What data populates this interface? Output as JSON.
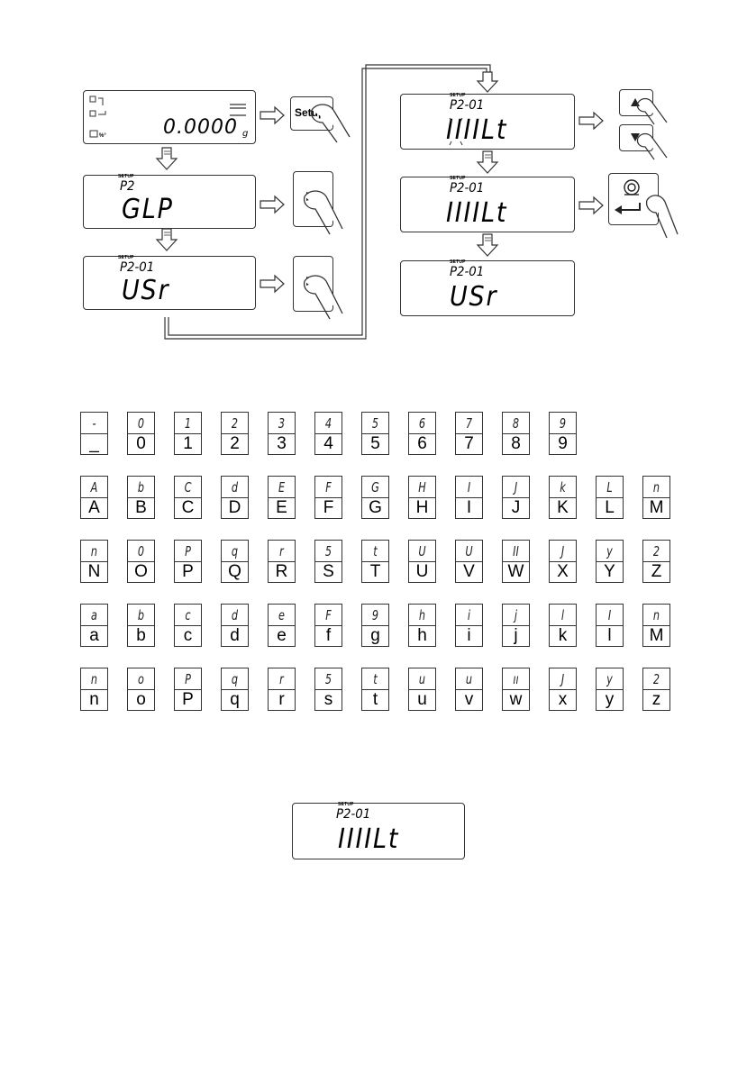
{
  "flow": {
    "start_display": {
      "value": "0.0000",
      "unit": "g"
    },
    "setup_key_label": "Setup",
    "setup_tag": "SETUP",
    "glp_display": {
      "code": "P2",
      "text": "GLP"
    },
    "usr_display": {
      "code": "P2-01",
      "text": "USr"
    },
    "edit_display": {
      "code": "P2-01",
      "text": "IIIILt"
    },
    "confirm_display": {
      "code": "P2-01",
      "text": "IIIILt"
    },
    "result_display": {
      "code": "P2-01",
      "text": "USr"
    }
  },
  "char_table": {
    "rows": [
      [
        {
          "seg": "-",
          "ch": "_"
        },
        {
          "seg": "0",
          "ch": "0"
        },
        {
          "seg": "1",
          "ch": "1"
        },
        {
          "seg": "2",
          "ch": "2"
        },
        {
          "seg": "3",
          "ch": "3"
        },
        {
          "seg": "4",
          "ch": "4"
        },
        {
          "seg": "5",
          "ch": "5"
        },
        {
          "seg": "6",
          "ch": "6"
        },
        {
          "seg": "7",
          "ch": "7"
        },
        {
          "seg": "8",
          "ch": "8"
        },
        {
          "seg": "9",
          "ch": "9"
        }
      ],
      [
        {
          "seg": "A",
          "ch": "A"
        },
        {
          "seg": "b",
          "ch": "B"
        },
        {
          "seg": "C",
          "ch": "C"
        },
        {
          "seg": "d",
          "ch": "D"
        },
        {
          "seg": "E",
          "ch": "E"
        },
        {
          "seg": "F",
          "ch": "F"
        },
        {
          "seg": "G",
          "ch": "G"
        },
        {
          "seg": "H",
          "ch": "H"
        },
        {
          "seg": "I",
          "ch": "I"
        },
        {
          "seg": "J",
          "ch": "J"
        },
        {
          "seg": "k",
          "ch": "K"
        },
        {
          "seg": "L",
          "ch": "L"
        },
        {
          "seg": "n",
          "ch": "M"
        }
      ],
      [
        {
          "seg": "n",
          "ch": "N"
        },
        {
          "seg": "0",
          "ch": "O"
        },
        {
          "seg": "P",
          "ch": "P"
        },
        {
          "seg": "q",
          "ch": "Q"
        },
        {
          "seg": "r",
          "ch": "R"
        },
        {
          "seg": "5",
          "ch": "S"
        },
        {
          "seg": "t",
          "ch": "T"
        },
        {
          "seg": "U",
          "ch": "U"
        },
        {
          "seg": "U",
          "ch": "V"
        },
        {
          "seg": "II",
          "ch": "W"
        },
        {
          "seg": "J",
          "ch": "X"
        },
        {
          "seg": "y",
          "ch": "Y"
        },
        {
          "seg": "2",
          "ch": "Z"
        }
      ],
      [
        {
          "seg": "a",
          "ch": "a"
        },
        {
          "seg": "b",
          "ch": "b"
        },
        {
          "seg": "c",
          "ch": "c"
        },
        {
          "seg": "d",
          "ch": "d"
        },
        {
          "seg": "e",
          "ch": "e"
        },
        {
          "seg": "F",
          "ch": "f"
        },
        {
          "seg": "9",
          "ch": "g"
        },
        {
          "seg": "h",
          "ch": "h"
        },
        {
          "seg": "i",
          "ch": "i"
        },
        {
          "seg": "j",
          "ch": "j"
        },
        {
          "seg": "l",
          "ch": "k"
        },
        {
          "seg": "I",
          "ch": "l"
        },
        {
          "seg": "n",
          "ch": "M"
        }
      ],
      [
        {
          "seg": "n",
          "ch": "n"
        },
        {
          "seg": "o",
          "ch": "o"
        },
        {
          "seg": "P",
          "ch": "P"
        },
        {
          "seg": "q",
          "ch": "q"
        },
        {
          "seg": "r",
          "ch": "r"
        },
        {
          "seg": "5",
          "ch": "s"
        },
        {
          "seg": "t",
          "ch": "t"
        },
        {
          "seg": "u",
          "ch": "u"
        },
        {
          "seg": "u",
          "ch": "v"
        },
        {
          "seg": "ıı",
          "ch": "w"
        },
        {
          "seg": "J",
          "ch": "x"
        },
        {
          "seg": "y",
          "ch": "y"
        },
        {
          "seg": "2",
          "ch": "z"
        }
      ]
    ]
  },
  "example_display": {
    "tag": "SETUP",
    "code": "P2-01",
    "text": "IIIILt"
  }
}
